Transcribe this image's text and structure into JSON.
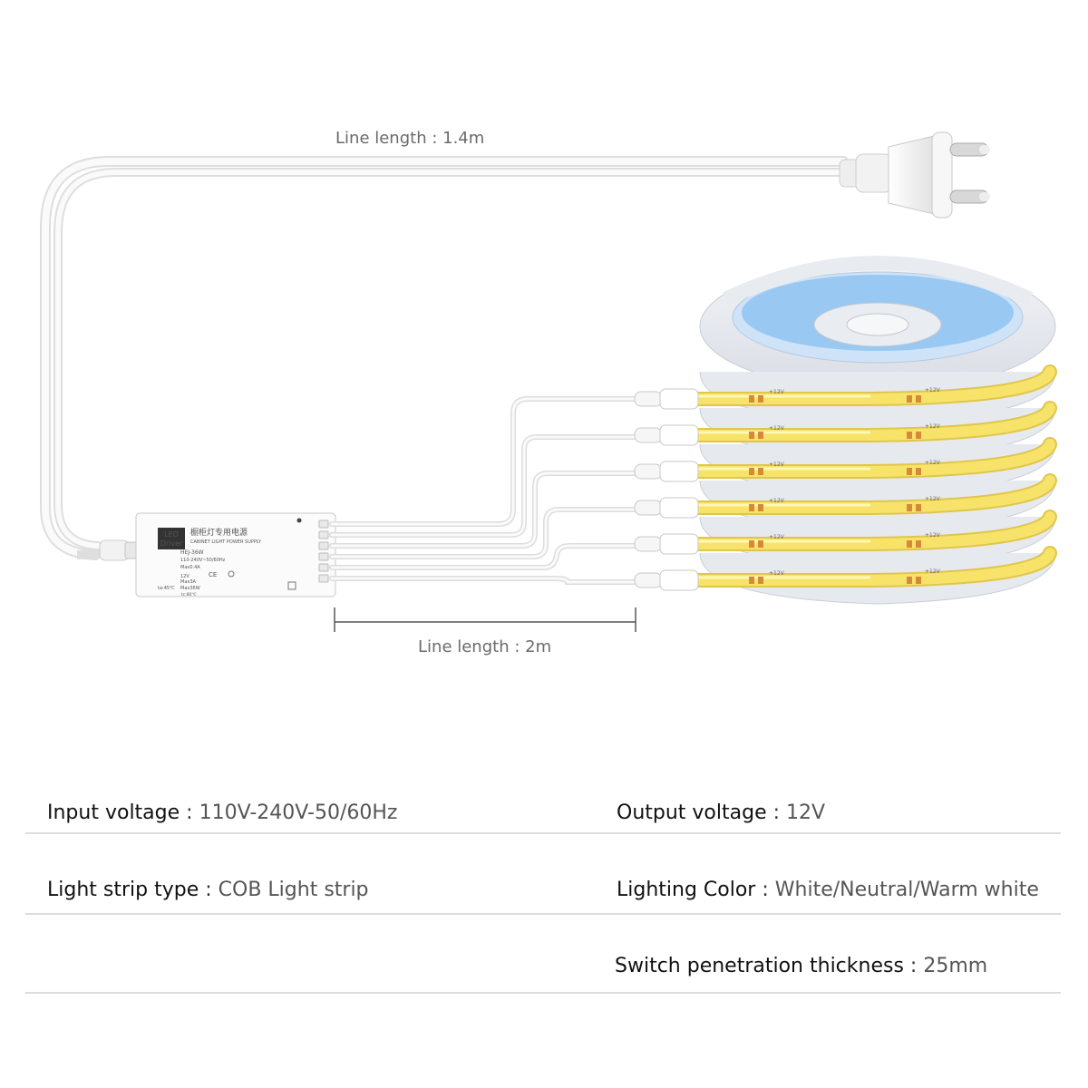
{
  "dimensions": {
    "top_label": "Line length : 1.4m",
    "bottom_label": "Line length : 2m"
  },
  "driver": {
    "logo_line1": "LED",
    "logo_line2": "Driver",
    "title": "橱柜灯专用电源",
    "subtitle": "CABINET LIGHT POWER SUPPLY",
    "model": "HEJ-36W",
    "input": "110-240V~50/60Hz",
    "input_current": "Max0.4A",
    "output_voltage": "12V",
    "output_current": "Max3A",
    "output_power": "Max36W",
    "temp_min": "ta:45℃",
    "temp_max": "tc:80℃"
  },
  "strip": {
    "voltage_mark": "+12V",
    "count": 6
  },
  "specs": [
    {
      "label": "Input voltage",
      "value": "110V-240V-50/60Hz"
    },
    {
      "label": "Output voltage",
      "value": "12V"
    },
    {
      "label": "Light strip type",
      "value": "COB Light strip"
    },
    {
      "label": "Lighting Color",
      "value": "White/Neutral/Warm white"
    },
    {
      "label": "Switch penetration thickness",
      "value": "25mm"
    }
  ],
  "colors": {
    "strip_yellow": "#f7e36a",
    "reel_blue": "#8fc3f2",
    "cable": "#f4f4f4"
  }
}
